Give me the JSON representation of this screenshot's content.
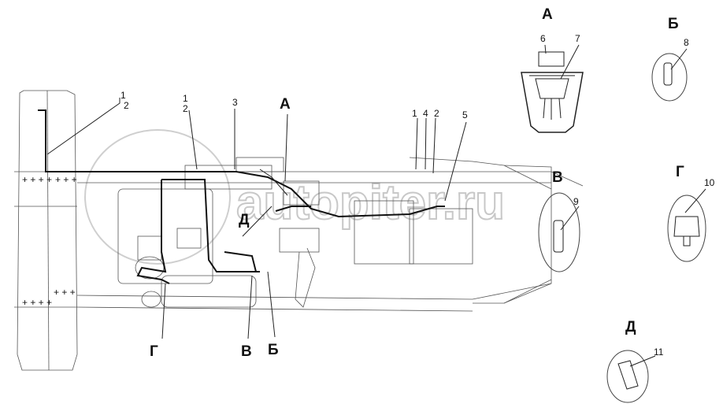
{
  "watermark": "autopiter.ru",
  "view_labels": {
    "A_main": "А",
    "D_main": "Д",
    "G_main": "Г",
    "V_main": "В",
    "B_main": "Б",
    "A_detail": "А",
    "B_detail": "Б",
    "V_detail": "В",
    "G_detail": "Г",
    "D_detail": "Д"
  },
  "callouts": {
    "c1a": "1",
    "c2a": "2",
    "c1b": "1",
    "c2b": "2",
    "c3": "3",
    "c1c": "1",
    "c4": "4",
    "c2c": "2",
    "c5": "5",
    "c6": "6",
    "c7": "7",
    "c8": "8",
    "c9": "9",
    "c10": "10",
    "c11": "11"
  }
}
